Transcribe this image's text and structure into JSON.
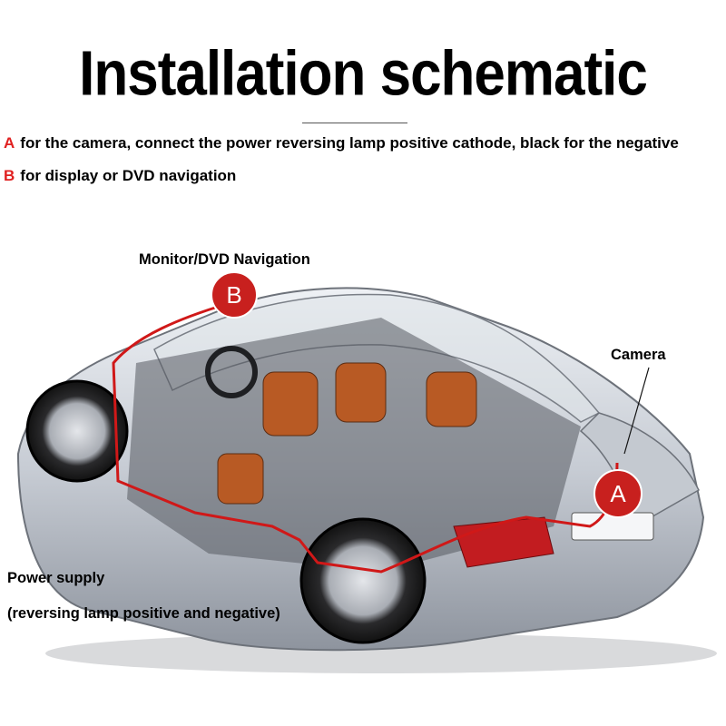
{
  "title": "Installation schematic",
  "notes": [
    {
      "key": "A",
      "text": "for the camera, connect the power reversing lamp positive cathode, black for the negative"
    },
    {
      "key": "B",
      "text": "for display or DVD navigation"
    }
  ],
  "labels": {
    "monitor": "Monitor/DVD Navigation",
    "camera": "Camera",
    "power_line1": "Power supply",
    "power_line2": "(reversing lamp positive and negative)"
  },
  "markers": {
    "a": "A",
    "b": "B"
  },
  "colors": {
    "accent_red": "#e02020",
    "marker_red": "#c8201e",
    "wire_red": "#d01818"
  }
}
